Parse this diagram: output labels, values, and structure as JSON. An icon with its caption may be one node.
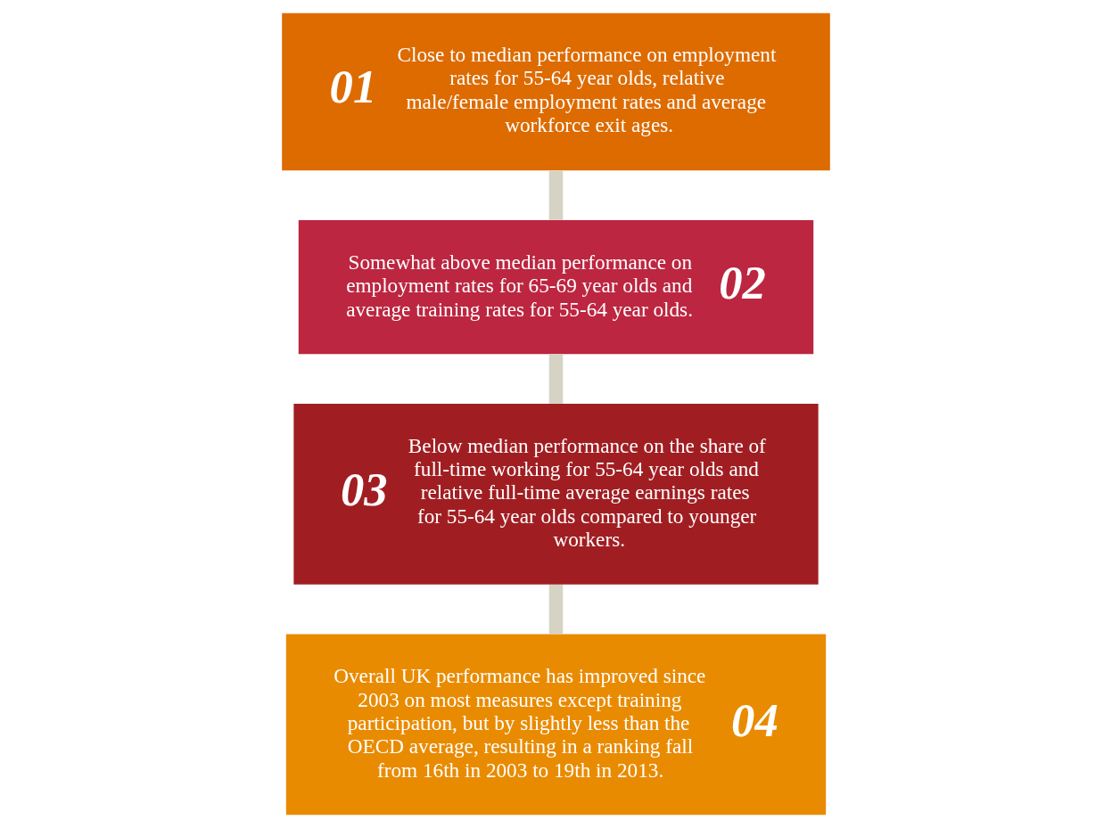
{
  "diagram": {
    "nodes": [
      {
        "text": [
          "01",
          "Close to median performance on employment rates for 55-64 year olds, relative male/female employment rates and average workforce exit ages."
        ]
      },
      {
        "text": [
          "Somewhat above median performance on employment rates for 65-69 year olds and average training rates for 55-64 year olds.",
          "02"
        ]
      },
      {
        "text": [
          "03",
          "Below median performance on the share of full-time working for 55-64 year olds and relative full-time average earnings rates for 55-64 year olds compared to younger workers."
        ]
      },
      {
        "text": [
          "Overall UK performance has improved since 2003 on most measures except training participation, but by slightly less than the OECD average, resulting in a ranking fall from 16th in 2003 to 19th in 2013.",
          "04"
        ]
      }
    ],
    "edges": [
      {
        "from": 0,
        "to": 1,
        "arrow": "none"
      },
      {
        "from": 1,
        "to": 2,
        "arrow": "none"
      },
      {
        "from": 2,
        "to": 3,
        "arrow": "none"
      }
    ]
  }
}
